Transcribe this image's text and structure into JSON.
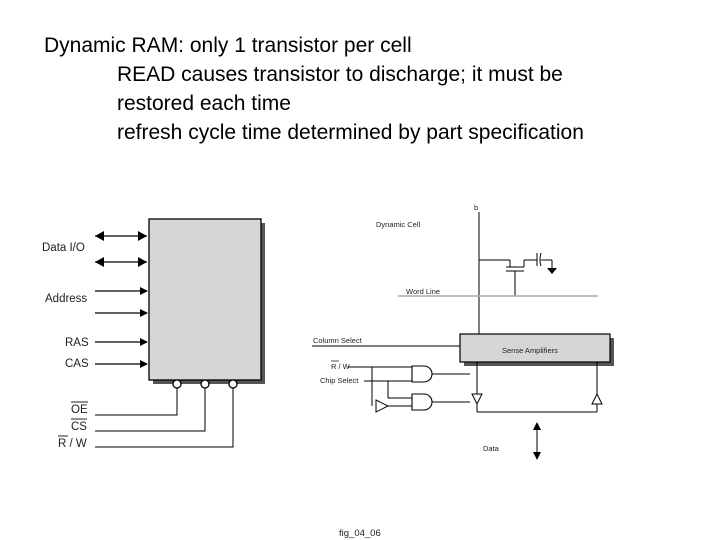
{
  "slide": {
    "title": "Dynamic RAM: only 1 transistor per cell",
    "bullets": [
      "READ causes transistor to discharge; it must be",
      "restored each time",
      "refresh cycle time determined by part specification"
    ]
  },
  "figure": {
    "left_pins": {
      "data_io": "Data I/O",
      "address": "Address",
      "ras": "RAS",
      "cas": "CAS",
      "oe": "OE",
      "cs": "CS",
      "rw": "R / W"
    },
    "circuit": {
      "bit_line": "b",
      "dynamic_cell": "Dynamic Cell",
      "word_line": "Word Line",
      "column_select": "Column Select",
      "sense_amplifiers": "Sense Amplifiers",
      "rw": "R / W",
      "chip_select": "Chip Select",
      "data": "Data"
    },
    "caption": "fig_04_06"
  }
}
